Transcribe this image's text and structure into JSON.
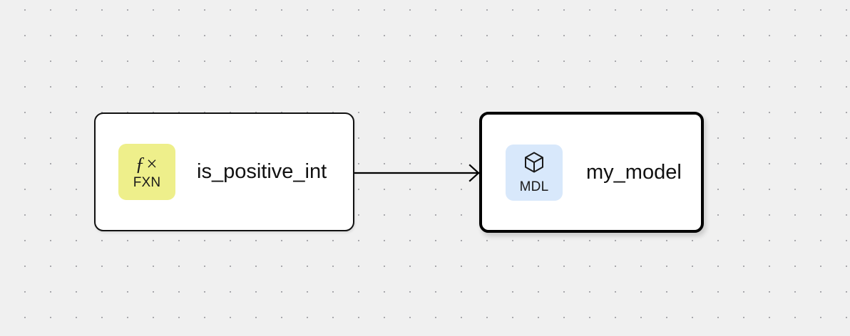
{
  "canvas": {
    "background_color": "#f0f0f0",
    "dot_color": "#a8a8ac",
    "dot_spacing": 36
  },
  "nodes": [
    {
      "id": "fxn-node",
      "label": "is_positive_int",
      "badge": {
        "glyph": "ƒ×",
        "caption": "FXN",
        "icon_name": "function-icon",
        "color": "#eeef8b"
      },
      "selected": false,
      "border_color": "#111111"
    },
    {
      "id": "mdl-node",
      "label": "my_model",
      "badge": {
        "glyph": "",
        "caption": "MDL",
        "icon_name": "cube-icon",
        "color": "#d8e8fb"
      },
      "selected": true,
      "border_color": "#000000"
    }
  ],
  "edges": [
    {
      "id": "edge-fxn-to-mdl",
      "from": "fxn-node",
      "to": "mdl-node",
      "color": "#000000",
      "arrow": "open-chevron"
    }
  ]
}
